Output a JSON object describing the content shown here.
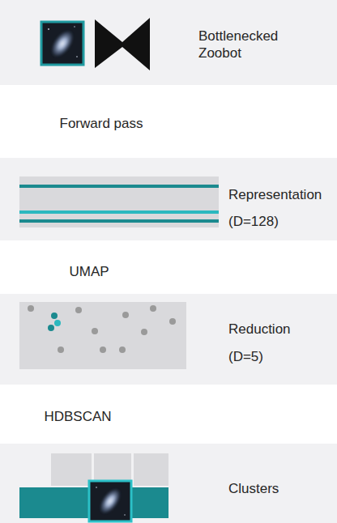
{
  "diagram": {
    "nodes": [
      {
        "text": [
          "Bottlenecked Zoobot"
        ]
      },
      {
        "text": [
          "Representation",
          "(D=128)"
        ]
      },
      {
        "text": [
          "Reduction",
          "(D=5)"
        ]
      },
      {
        "text": [
          "Clusters"
        ]
      }
    ],
    "labels": [
      "Forward pass",
      "UMAP",
      "HDBSCAN"
    ]
  }
}
